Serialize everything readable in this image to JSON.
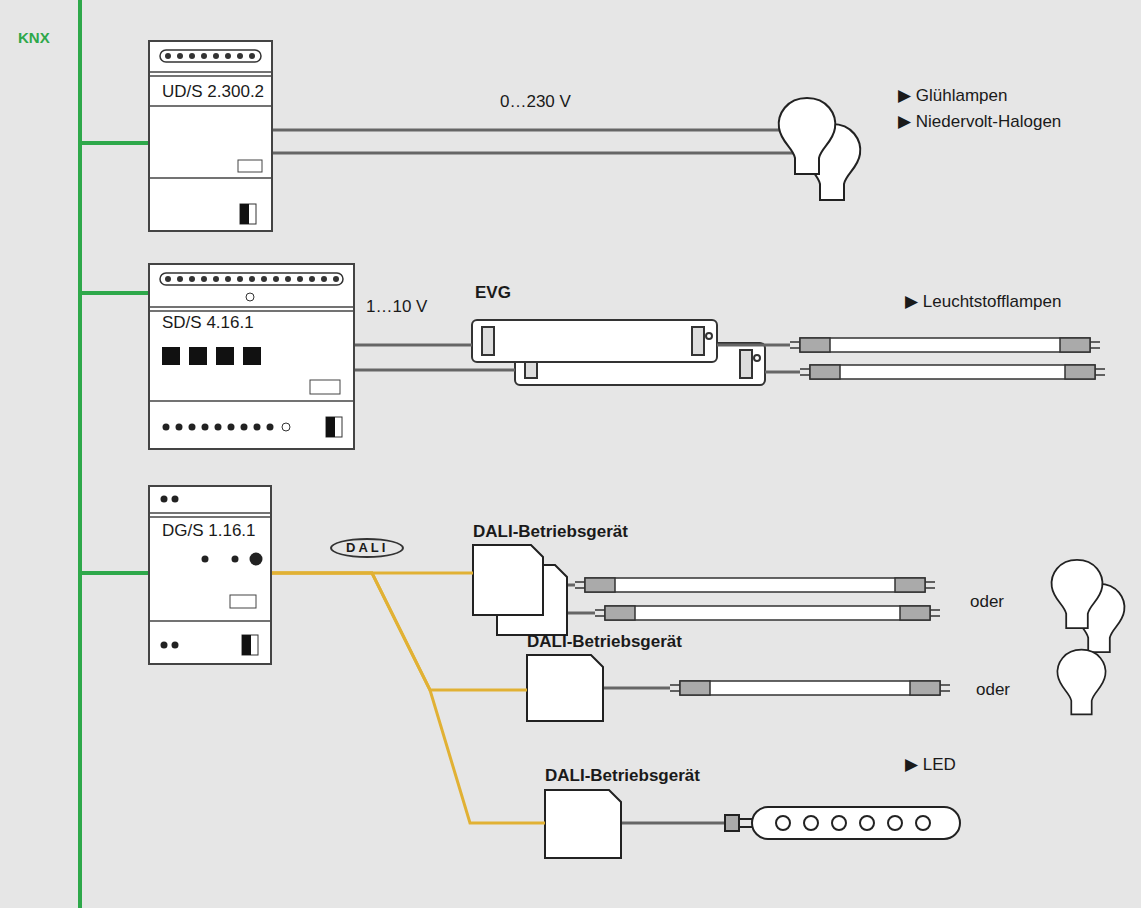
{
  "diagram": {
    "nodes": [
      {
        "text": [
          "UD/S 2.300.2"
        ]
      },
      {
        "text": [
          "SD/S 4.16.1"
        ]
      },
      {
        "text": [
          "DG/S 1.16.1"
        ]
      },
      {
        "text": [
          "EVG"
        ]
      },
      {
        "text": [
          "DALI-Betriebsgerät"
        ]
      },
      {
        "text": [
          "DALI-Betriebsgerät"
        ]
      },
      {
        "text": [
          "DALI-Betriebsgerät"
        ]
      }
    ],
    "edges": [
      {
        "from": 1,
        "to": 3,
        "arrow": "none",
        "label": "1…10 V"
      },
      {
        "from": 2,
        "to": 4,
        "arrow": "none"
      },
      {
        "from": 2,
        "to": 5,
        "arrow": "none"
      },
      {
        "from": 2,
        "to": 6,
        "arrow": "none"
      }
    ],
    "labels": [
      "KNX",
      "0…230 V",
      "▶ Glühlampen",
      "▶ Niedervolt-Halogen",
      "▶ Leuchtstofflampen",
      "DALI",
      "oder",
      "oder",
      "▶ LED"
    ]
  }
}
